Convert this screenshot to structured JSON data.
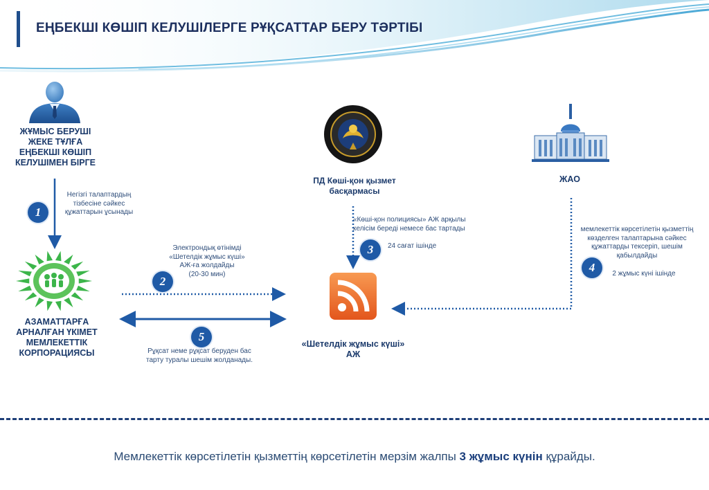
{
  "title": "ЕҢБЕКШІ КӨШІП КЕЛУШІЛЕРГЕ РҰҚСАТТАР БЕРУ ТӘРТІБІ",
  "nodes": {
    "employer": "ЖҰМЫС БЕРУШІ ЖЕКЕ ТҰЛҒА ЕҢБЕКШІ КӨШІП КЕЛУШІМЕН БІРГЕ",
    "police": "ПД Көші-қон қызмет басқармасы",
    "akimat": "ЖАО",
    "corporation": "АЗАМАТТАРҒА АРНАЛҒАН ҮКІМЕТ МЕМЛЕКЕТТІК КОРПОРАЦИЯСЫ",
    "system": "«Шетелдік жұмыс күші» АЖ"
  },
  "steps": [
    {
      "num": "1",
      "text": "Негізгі талаптардың тізбесіне сәйкес құжаттарын ұсынады"
    },
    {
      "num": "2",
      "text": "Электрондық өтінімді «Шетелдік жұмыс күші» АЖ-ға жолдайды",
      "time": "(20-30 мин)"
    },
    {
      "num": "3",
      "text": "«Көші-қон полициясы» АЖ арқылы келісім береді немесе бас тартады",
      "time": "24 сағат ішінде"
    },
    {
      "num": "4",
      "text": "мемлекеттік көрсетілетін қызметтің көзделген талаптарына сәйкес құжаттарды тексеріп, шешім қабылдайды",
      "time": "2 жұмыс күні ішінде"
    },
    {
      "num": "5",
      "text": "Рұқсат неме рұқсат беруден бас тарту туралы шешім жолданады."
    }
  ],
  "footer": {
    "pre": "Мемлекеттік көрсетілетін қызметтің көрсетілетін мерзім жалпы ",
    "bold": "3 жұмыс күнін",
    "post": " құрайды."
  },
  "colors": {
    "accent": "#1f5aa6",
    "title": "#1c2f5e",
    "label": "#1b3a6b",
    "rss": "#f06a2a",
    "logo_green": "#3cb54a"
  },
  "icons": [
    "person-icon",
    "emblem-icon",
    "government-building-icon",
    "sun-logo-icon",
    "rss-icon"
  ]
}
